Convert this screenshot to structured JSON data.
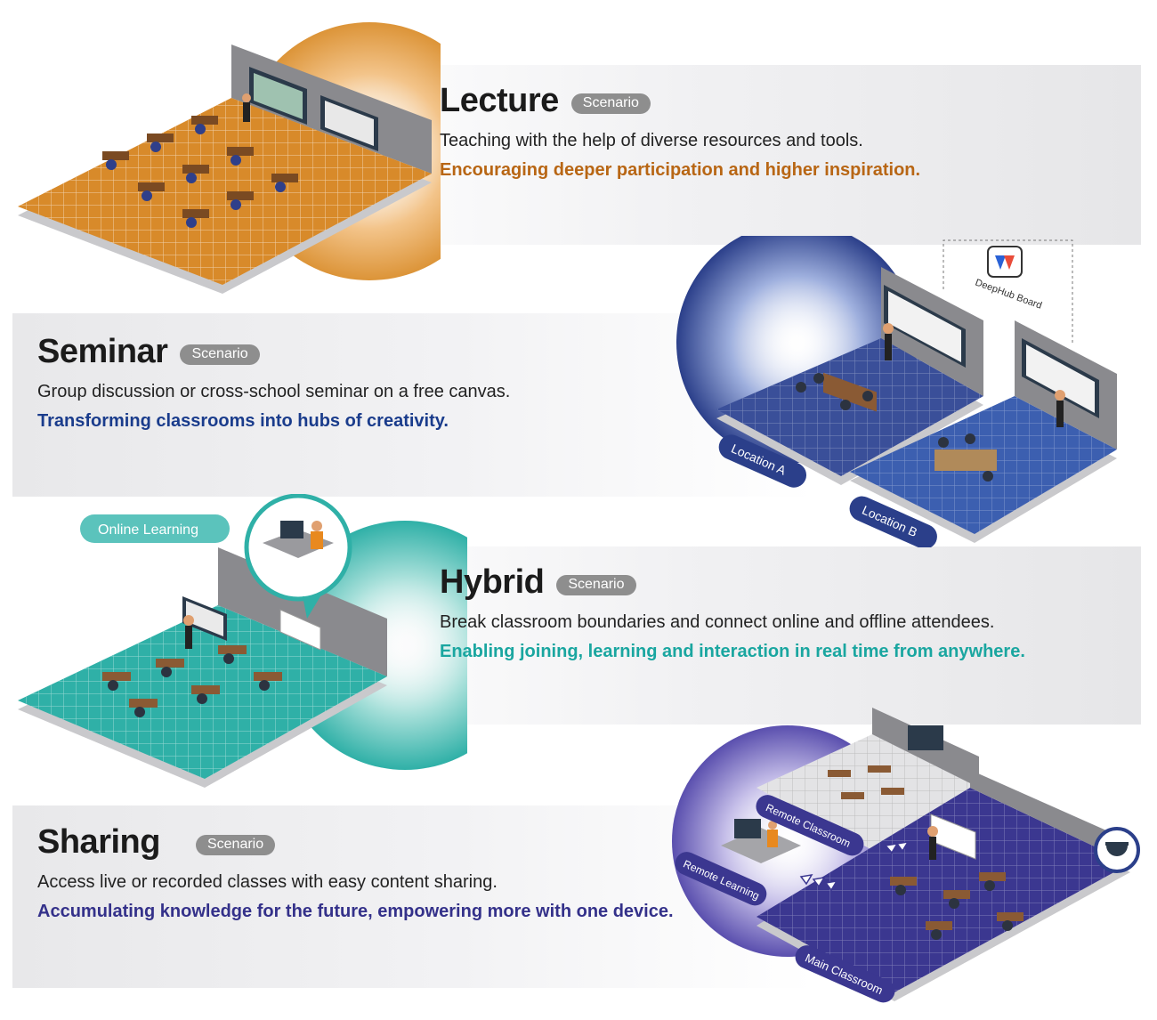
{
  "colors": {
    "lecture_accent": "#b86614",
    "seminar_accent": "#1a3c8c",
    "hybrid_accent": "#1aa6a0",
    "sharing_accent": "#34318a",
    "badge": "#8e8e8e"
  },
  "scenarios": [
    {
      "title": "Lecture",
      "badge": "Scenario",
      "description": "Teaching with the help of diverse resources and tools.",
      "tagline": "Encouraging deeper participation and higher inspiration."
    },
    {
      "title": "Seminar",
      "badge": "Scenario",
      "description": "Group discussion or cross-school seminar on a free canvas.",
      "tagline": "Transforming classrooms into hubs of creativity."
    },
    {
      "title": "Hybrid",
      "badge": "Scenario",
      "description": "Break classroom boundaries and connect online and offline attendees.",
      "tagline": "Enabling joining, learning and interaction in real time from anywhere."
    },
    {
      "title": "Sharing",
      "badge": "Scenario",
      "description": "Access live or recorded classes with easy content sharing.",
      "tagline": "Accumulating knowledge for the future, empowering more with one device."
    }
  ],
  "labels": {
    "location_a": "Location A",
    "location_b": "Location B",
    "deephub_board": "DeepHub Board",
    "online_learning": "Online Learning",
    "remote_classroom": "Remote Classroom",
    "remote_learning": "Remote Learning",
    "main_classroom": "Main Classroom"
  },
  "icons": {
    "deephub_logo": "deephub-logo-icon",
    "camera": "dome-camera-icon"
  }
}
